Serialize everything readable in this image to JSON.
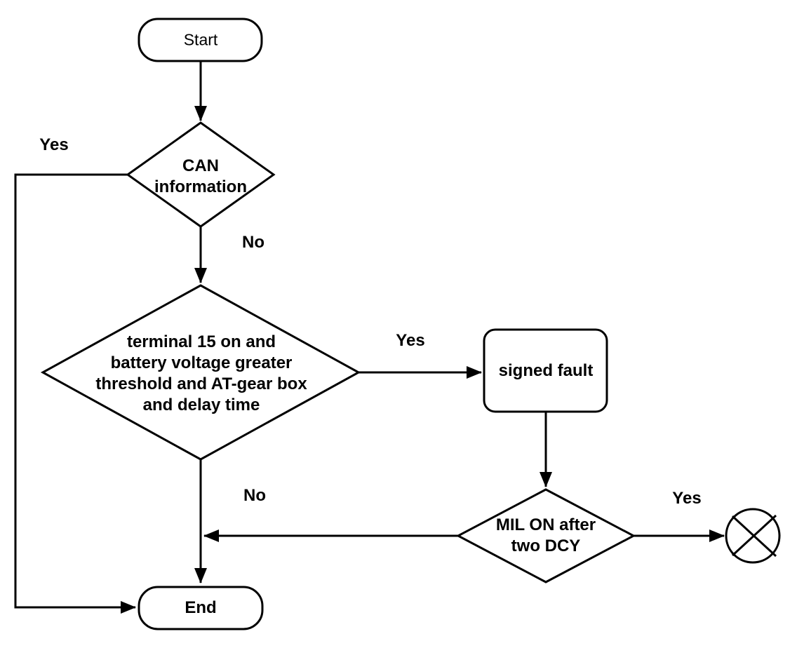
{
  "diagram": {
    "colors": {
      "background": "#ffffff",
      "stroke": "#000000",
      "text": "#000000"
    },
    "nodes": {
      "start": {
        "type": "terminator",
        "label": "Start"
      },
      "can_decision": {
        "type": "decision",
        "label": "CAN\ninformation"
      },
      "condition_decision": {
        "type": "decision",
        "label": "terminal 15 on and\nbattery voltage greater\nthreshold and AT-gear box\nand delay time"
      },
      "signed_fault": {
        "type": "process",
        "label": "signed fault"
      },
      "mil_decision": {
        "type": "decision",
        "label": "MIL ON after\ntwo DCY"
      },
      "end": {
        "type": "terminator",
        "label": "End"
      },
      "crossed_circle": {
        "type": "crossed-circle-terminator",
        "label": ""
      }
    },
    "edge_labels": {
      "can_yes": "Yes",
      "can_no": "No",
      "condition_yes": "Yes",
      "condition_no": "No",
      "mil_yes": "Yes"
    }
  }
}
